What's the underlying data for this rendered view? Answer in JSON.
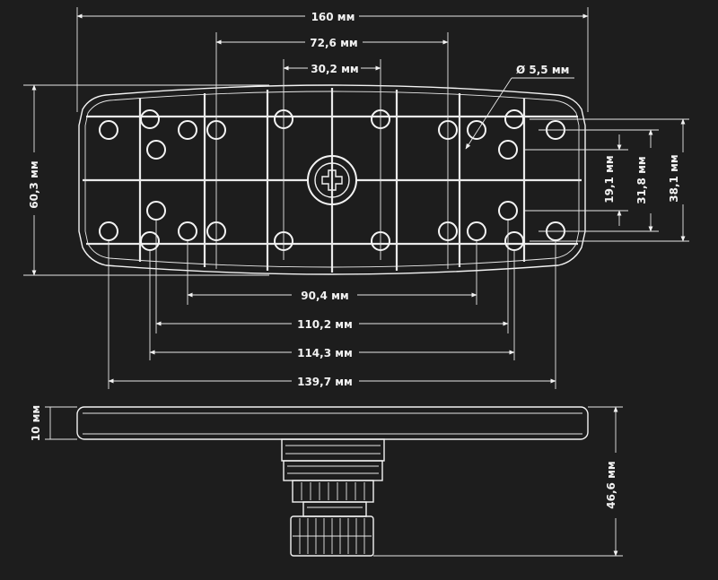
{
  "colors": {
    "background": "#1d1d1d",
    "line": "#f2f2f2"
  },
  "dimensions": {
    "width_total": "160 мм",
    "bolt_spacing_a": "72,6 мм",
    "bolt_spacing_b": "30,2 мм",
    "hole_diameter": "Ø 5,5 мм",
    "height_total": "60,3 мм",
    "vertical_a": "19,1 мм",
    "vertical_b": "31,8 мм",
    "vertical_c": "38,1 мм",
    "horizontal_a": "90,4 мм",
    "horizontal_b": "110,2 мм",
    "horizontal_c": "114,3 мм",
    "horizontal_d": "139,7 мм",
    "plate_thickness": "10 мм",
    "total_height": "46,6 мм"
  }
}
